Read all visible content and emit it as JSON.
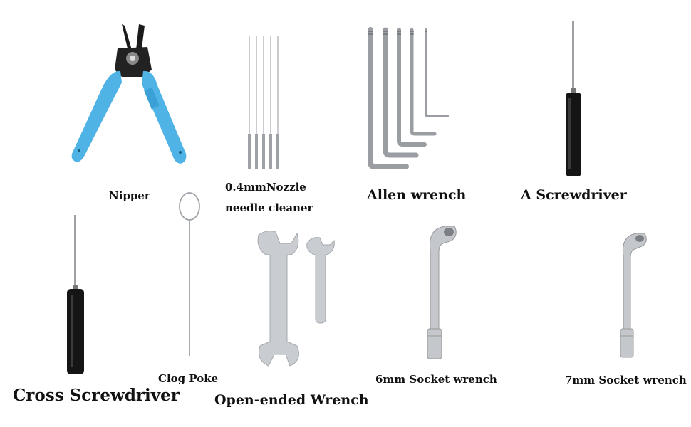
{
  "labels": {
    "nipper": "Nipper",
    "nozzle_line1": "0.4mmNozzle",
    "nozzle_line2": "needle cleaner",
    "allen": "Allen wrench",
    "screwdriver": "A Screwdriver",
    "cross": "Cross Screwdriver",
    "clog": "Clog Poke",
    "open_wrench": "Open-ended Wrench",
    "socket6": "6mm Socket wrench",
    "socket7": "7mm Socket wrench"
  },
  "colors": {
    "nipper_handle": "#4fb3e6",
    "metal": "#c9ccd0",
    "handle_black": "#151515"
  }
}
